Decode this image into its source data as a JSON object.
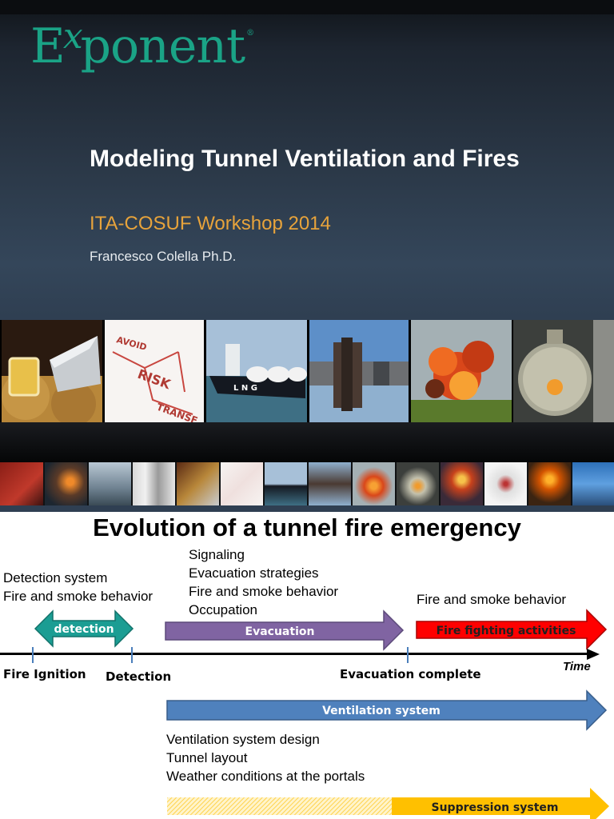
{
  "slide1": {
    "logo": {
      "pre": "E",
      "mid": "x",
      "post": "ponent",
      "reg": "®"
    },
    "title": "Modeling Tunnel Ventilation and Fires",
    "subtitle": "ITA-COSUF Workshop 2014",
    "author": "Francesco Colella Ph.D.",
    "photo_risk_words": [
      "AVOID",
      "RISK",
      "TRANSF"
    ],
    "ship_label": "L N G"
  },
  "slide2": {
    "title": "Evolution of a tunnel fire emergency",
    "detection_notes": [
      "Detection system",
      "Fire and smoke behavior"
    ],
    "evacuation_notes": [
      "Signaling",
      "Evacuation strategies",
      "Fire and smoke behavior",
      "Occupation"
    ],
    "firefighting_note": "Fire and smoke behavior",
    "ventilation_notes": [
      "Ventilation system design",
      "Tunnel layout",
      "Weather conditions at the portals"
    ],
    "arrows": {
      "detection": "detection",
      "evacuation": "Evacuation",
      "fire_fighting": "Fire fighting activities",
      "ventilation": "Ventilation system",
      "suppression": "Suppression system"
    },
    "milestones": {
      "fire_ignition": "Fire Ignition",
      "detection": "Detection",
      "evacuation_complete": "Evacuation complete",
      "time": "Time"
    },
    "colors": {
      "detection": "#1b9d93",
      "evacuation": "#8064a2",
      "fire_fighting": "#ff0000",
      "ventilation": "#4f81bd",
      "suppression": "#ffc000",
      "tick": "#4a7ebb"
    }
  }
}
